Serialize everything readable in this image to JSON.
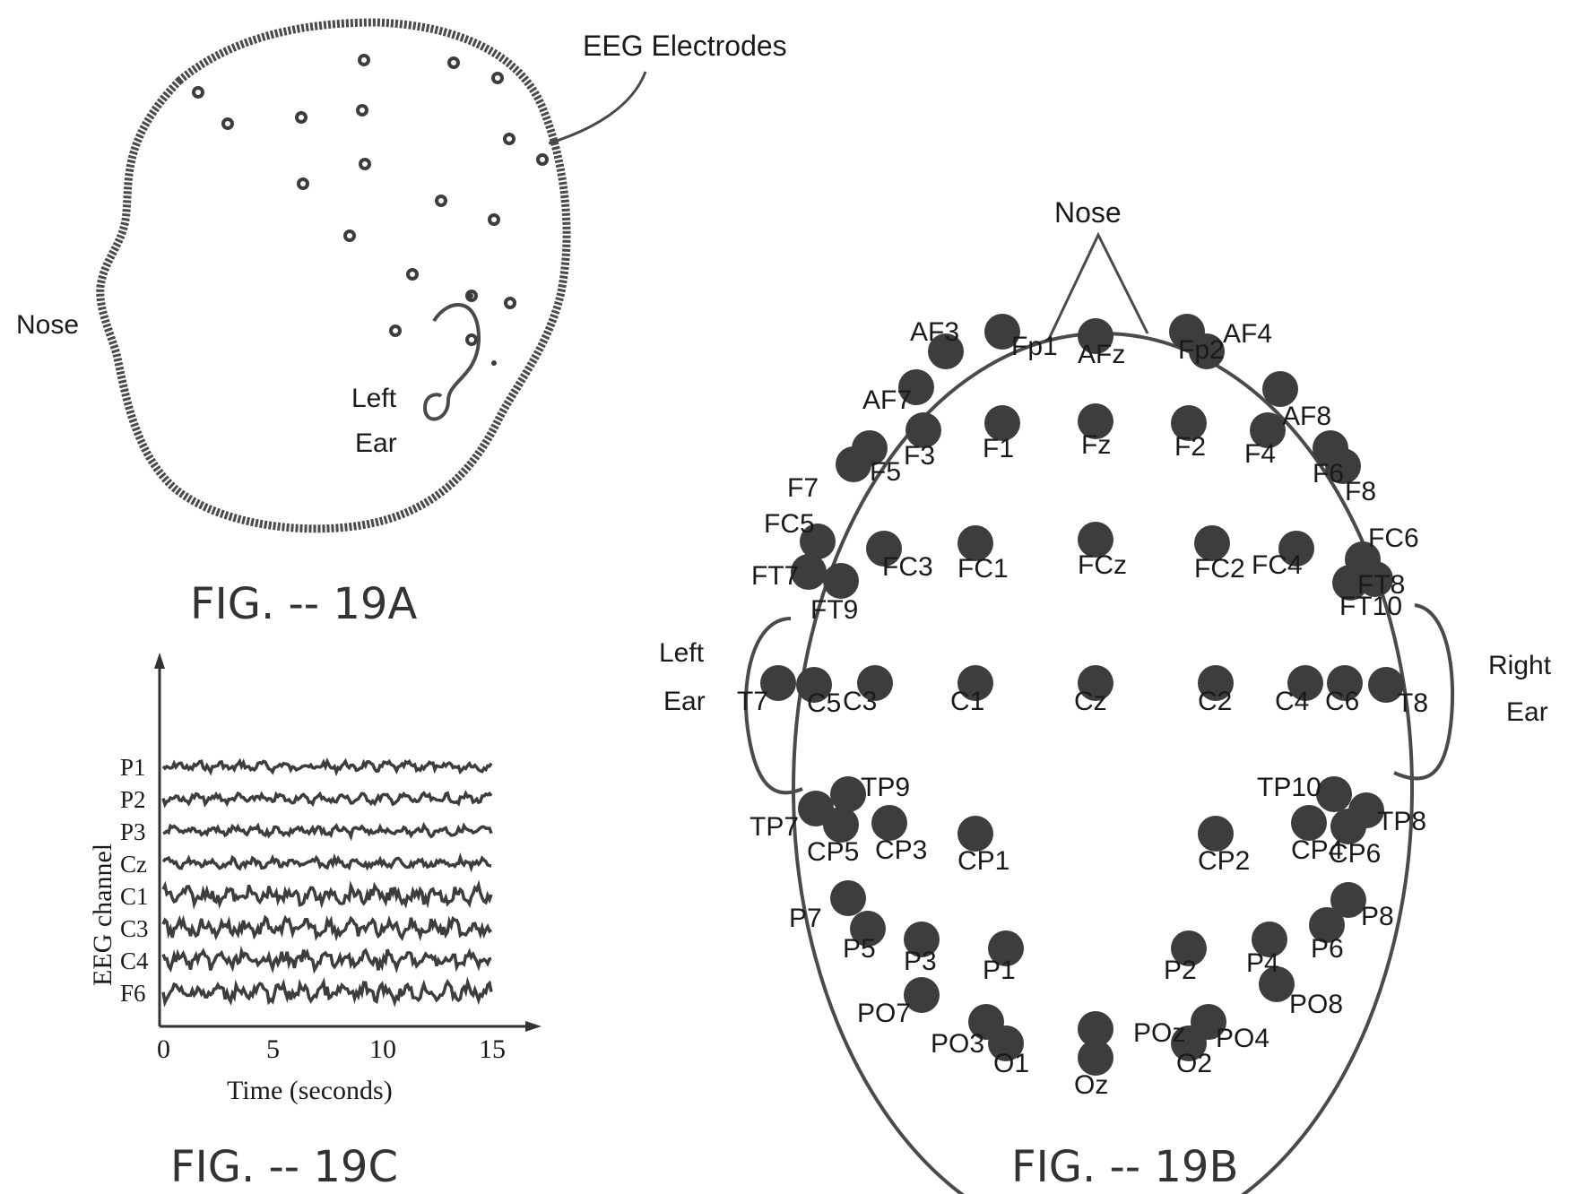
{
  "fig19a": {
    "callout": "EEG Electrodes",
    "nose": "Nose",
    "ear_line1": "Left",
    "ear_line2": "Ear",
    "caption": "FIG. -- 19A"
  },
  "fig19b": {
    "nose": "Nose",
    "left_ear_line1": "Left",
    "left_ear_line2": "Ear",
    "right_ear_line1": "Right",
    "right_ear_line2": "Ear",
    "caption": "FIG. -- 19B",
    "electrodes": [
      "AF3",
      "Fp1",
      "AFz",
      "Fp2",
      "AF4",
      "AF7",
      "AF8",
      "F1",
      "Fz",
      "F2",
      "F3",
      "F4",
      "F5",
      "F6",
      "F7",
      "F8",
      "FC5",
      "FC3",
      "FC1",
      "FCz",
      "FC2",
      "FC4",
      "FC6",
      "FT7",
      "FT8",
      "FT9",
      "FT10",
      "T7",
      "C5",
      "C3",
      "C1",
      "Cz",
      "C2",
      "C4",
      "C6",
      "T8",
      "TP9",
      "TP10",
      "TP7",
      "TP8",
      "CP5",
      "CP3",
      "CP1",
      "CP2",
      "CP4",
      "CP6",
      "P7",
      "P5",
      "P3",
      "P1",
      "P2",
      "P4",
      "P6",
      "P8",
      "PO7",
      "PO8",
      "PO3",
      "PO4",
      "O1",
      "O2",
      "Oz",
      "POz"
    ]
  },
  "fig19c": {
    "caption": "FIG. -- 19C",
    "chart_data": {
      "type": "line",
      "xlabel": "Time (seconds)",
      "ylabel": "EEG channel",
      "x_ticks": [
        "0",
        "5",
        "10",
        "15"
      ],
      "xlim": [
        0,
        15
      ],
      "channels": [
        "P1",
        "P2",
        "P3",
        "Cz",
        "C1",
        "C3",
        "C4",
        "F6"
      ]
    }
  }
}
